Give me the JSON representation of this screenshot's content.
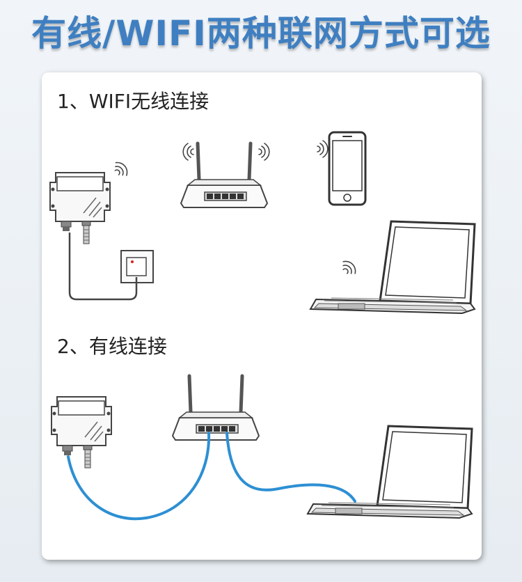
{
  "title": "有线/WIFI两种联网方式可选",
  "sections": [
    {
      "label": "1、WIFI无线连接"
    },
    {
      "label": "2、有线连接"
    }
  ],
  "colors": {
    "title": "#3f7fc1",
    "cable_blue": "#2d8fd3",
    "line": "#444444"
  }
}
